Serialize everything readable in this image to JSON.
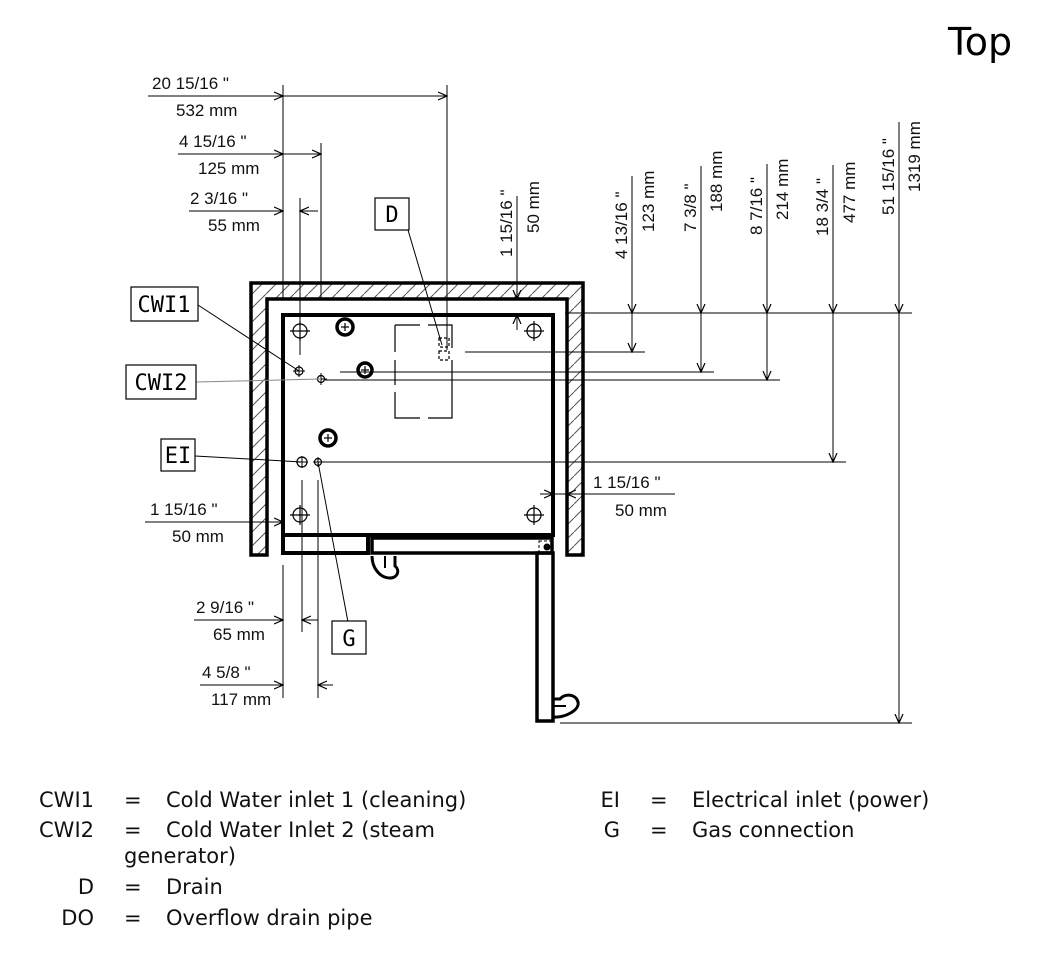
{
  "view_title": "Top",
  "colors": {
    "line": "#000000",
    "background": "#ffffff",
    "hatch": "#555555"
  },
  "labels": {
    "d": "D",
    "cwi1": "CWI1",
    "cwi2": "CWI2",
    "ei": "EI",
    "g": "G"
  },
  "dimensions": {
    "horizontal_top": [
      {
        "imperial": "20  15/16 \"",
        "metric": "532 mm"
      },
      {
        "imperial": "4  15/16 \"",
        "metric": "125 mm"
      },
      {
        "imperial": "2  3/16 \"",
        "metric": "55 mm"
      }
    ],
    "horizontal_bottom": [
      {
        "imperial": "2  9/16 \"",
        "metric": "65 mm"
      },
      {
        "imperial": "4  5/8 \"",
        "metric": "117 mm"
      }
    ],
    "wall_left": {
      "imperial": "1  15/16 \"",
      "metric": "50 mm"
    },
    "wall_right": {
      "imperial": "1  15/16 \"",
      "metric": "50 mm"
    },
    "vertical": [
      {
        "imperial": "1  15/16 \"",
        "metric": "50 mm"
      },
      {
        "imperial": "4  13/16 \"",
        "metric": "123 mm"
      },
      {
        "imperial": "7  3/8 \"",
        "metric": "188 mm"
      },
      {
        "imperial": "8  7/16 \"",
        "metric": "214 mm"
      },
      {
        "imperial": "18  3/4 \"",
        "metric": "477 mm"
      },
      {
        "imperial": "51  15/16 \"",
        "metric": "1319 mm"
      }
    ]
  },
  "legend": {
    "left": [
      {
        "code": "CWI1",
        "eq": "=",
        "desc": "Cold Water inlet 1 (cleaning)"
      },
      {
        "code": "CWI2",
        "eq": "=",
        "desc": "Cold Water Inlet 2 (steam",
        "desc_cont": "generator)"
      },
      {
        "code": "D",
        "eq": "=",
        "desc": "Drain"
      },
      {
        "code": "DO",
        "eq": "=",
        "desc": "Overflow drain pipe"
      }
    ],
    "right": [
      {
        "code": "EI",
        "eq": "=",
        "desc": "Electrical inlet (power)"
      },
      {
        "code": "G",
        "eq": "=",
        "desc": "Gas connection"
      }
    ]
  }
}
